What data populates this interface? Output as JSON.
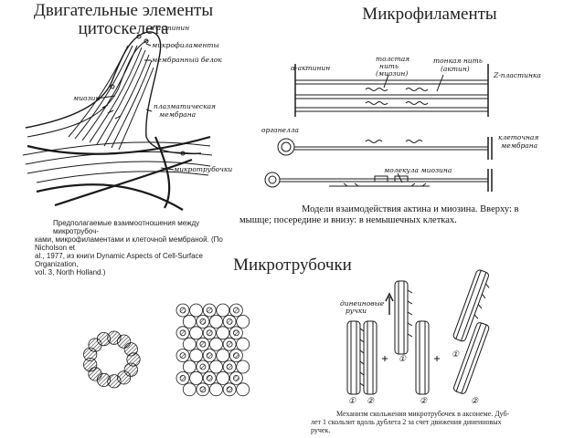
{
  "titles": {
    "motor_elements_line1": "Двигательные элементы",
    "motor_elements_line2": "цитоскелета",
    "microfilaments": "Микрофиламенты",
    "microtubules": "Микротрубочки"
  },
  "cell_diagram": {
    "labels": {
      "alpha_actinin": "α-актинин",
      "microfilaments": "микрофиламенты",
      "membrane_protein": "мембранный белок",
      "myosin": "миозин",
      "plasma_membrane_1": "плазматическая",
      "plasma_membrane_2": "мембрана",
      "microtubules": "микротрубочки"
    },
    "caption": [
      "Предполагаемые взаимоотношения между микротрубоч-",
      "ками, микрофиламентами и клеточной мембраной. (По Nicholson et",
      "al., 1977, из книги Dynamic Aspects of Cell-Surface Organization,",
      "vol. 3, North Holland.)"
    ]
  },
  "actomyosin_diagram": {
    "labels": {
      "alpha_actinin": "α-актинин",
      "thick_filament_1": "толстая",
      "thick_filament_2": "нить",
      "thick_filament_3": "(миозин)",
      "thin_filament_1": "тонкая нить",
      "thin_filament_2": "(актин)",
      "z_disc": "Z-пластинка",
      "organelle": "органелла",
      "cell_membrane_1": "клеточная",
      "cell_membrane_2": "мембрана",
      "myosin_molecule": "молекула миозина"
    },
    "caption_line1": "Модели   взаимодействия    актина  и  миозина.  Вверху:  в",
    "caption_line2": "мышце;  посередине  и  внизу:  в  немышечных  клетках."
  },
  "microtubule_sliding": {
    "labels": {
      "dynein_arms_1": "динеиновые",
      "dynein_arms_2": "ручки",
      "one": "①",
      "two": "②"
    },
    "caption": [
      "Механизм  скольжения  микротрубочек  в  аксонеме.  Дуб-",
      "лет  1  скользит  вдоль  дублета  2  за  счет  движения  динеиновых",
      "ручек."
    ]
  },
  "colors": {
    "ink": "#1a1a1a",
    "title": "#222222",
    "background": "#ffffff"
  }
}
